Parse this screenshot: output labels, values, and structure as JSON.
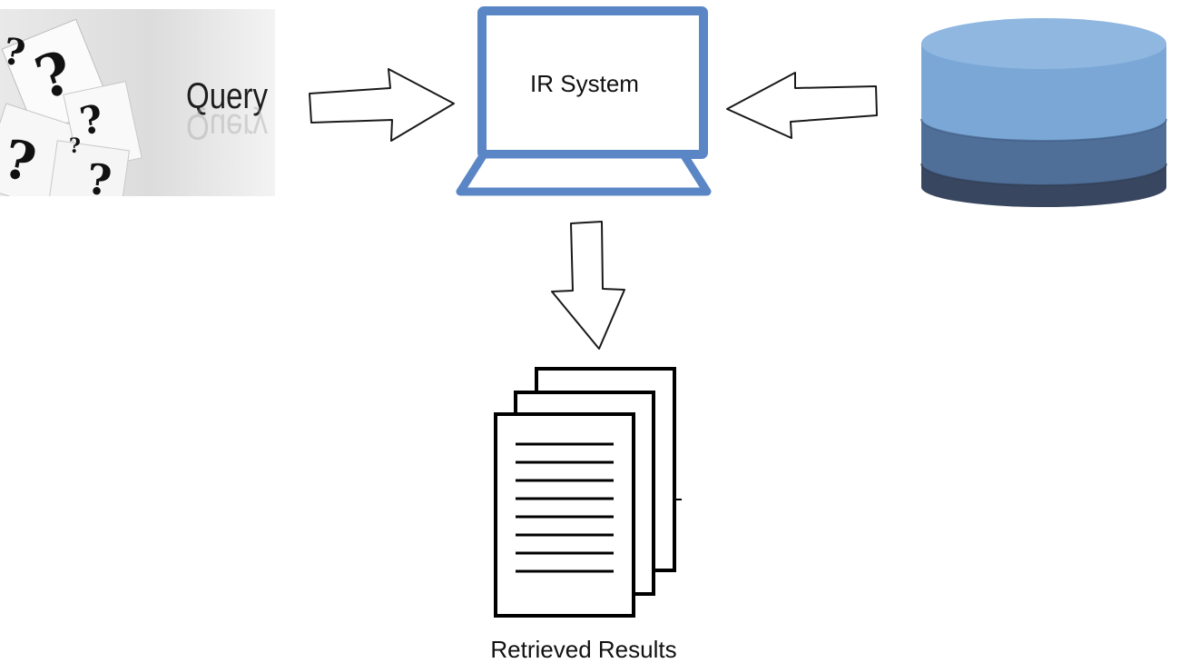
{
  "query": {
    "label": "Query",
    "icon": "question-marks-icon"
  },
  "system": {
    "label": "IR System",
    "icon": "laptop-icon",
    "color": "#5b86c6"
  },
  "database": {
    "icon": "database-icon",
    "colors": {
      "top": "#7ba7d6",
      "middle": "#4f6e98",
      "bottom": "#38465f"
    }
  },
  "results": {
    "label": "Retrieved Results",
    "icon": "documents-stack-icon"
  }
}
